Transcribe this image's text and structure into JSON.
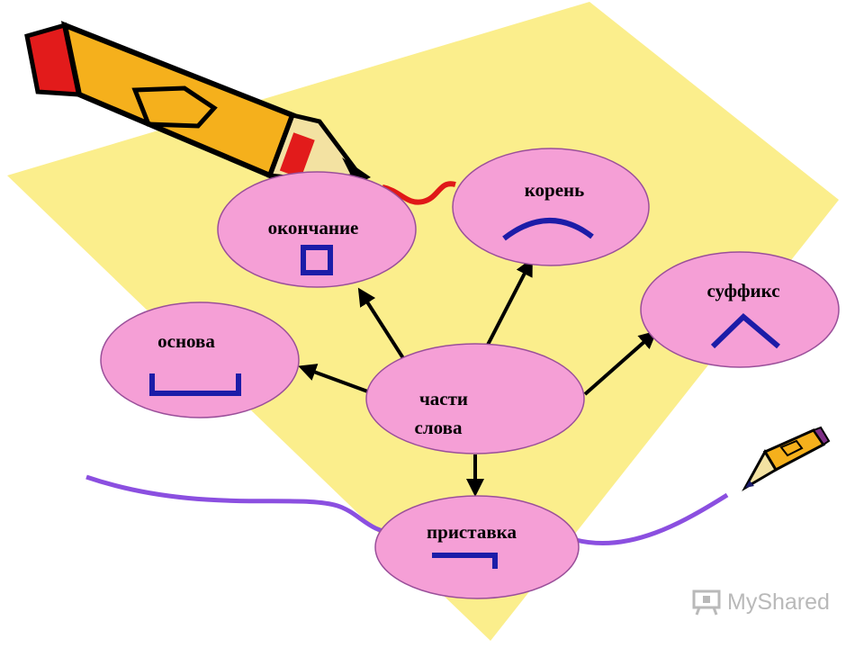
{
  "diagram": {
    "center": {
      "line1": "части",
      "line2": "слова"
    },
    "nodes": {
      "okonchanie": "окончание",
      "koren": "корень",
      "suffiks": "суффикс",
      "osnova": "основа",
      "pristavka": "приставка"
    }
  },
  "watermark": {
    "text": "MyShared"
  },
  "colors": {
    "paper": "#fbee8c",
    "ellipse_fill": "#f59fd6",
    "ellipse_stroke": "#9a4f9a",
    "morpheme_marks": "#1c1ca8",
    "purple_line": "#8b4fe0",
    "arrows": "#000000"
  }
}
